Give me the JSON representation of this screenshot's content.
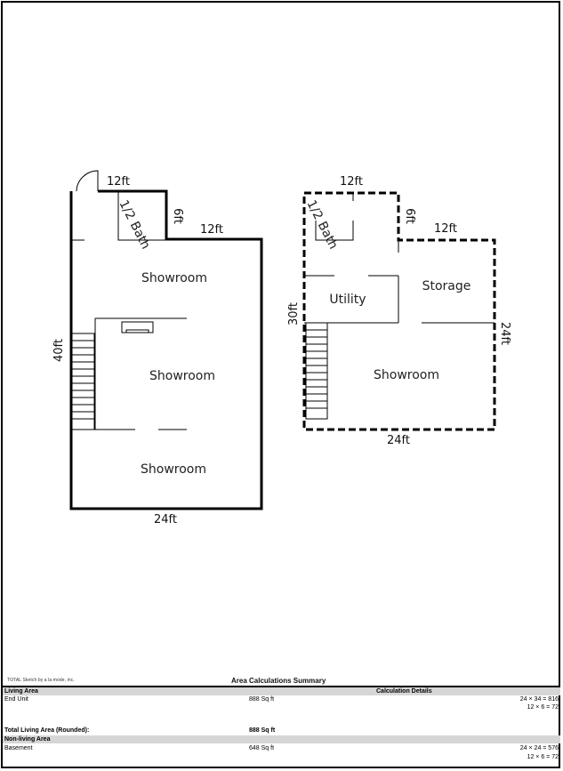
{
  "plan_left": {
    "rooms": [
      "1/2 Bath",
      "Showroom",
      "Showroom",
      "Showroom"
    ],
    "dimensions": {
      "top": "12ft",
      "bath_side": "6ft",
      "step": "12ft",
      "left": "40ft",
      "bottom": "24ft"
    }
  },
  "plan_right": {
    "rooms": [
      "1/2 Bath",
      "Utility",
      "Storage",
      "Showroom"
    ],
    "dimensions": {
      "top": "12ft",
      "bath_side": "6ft",
      "step": "12ft",
      "left": "30ft",
      "right": "24ft",
      "bottom": "24ft"
    }
  },
  "summary": {
    "credit": "TOTAL Sketch by a la mode, inc.",
    "title": "Area Calculations Summary",
    "living_area_header": "Living Area",
    "calc_details_header": "Calculation Details",
    "living_rows": [
      {
        "name": "End Unit",
        "area": "888 Sq ft",
        "calcs": [
          "24 × 34 = 816",
          "12 × 6 = 72"
        ]
      }
    ],
    "total_label": "Total Living Area (Rounded):",
    "total_value": "888 Sq ft",
    "nonliving_header": "Non-living Area",
    "nonliving_rows": [
      {
        "name": "Basement",
        "area": "648 Sq ft",
        "calcs": [
          "24 × 24 = 576",
          "12 × 6 = 72"
        ]
      }
    ]
  }
}
